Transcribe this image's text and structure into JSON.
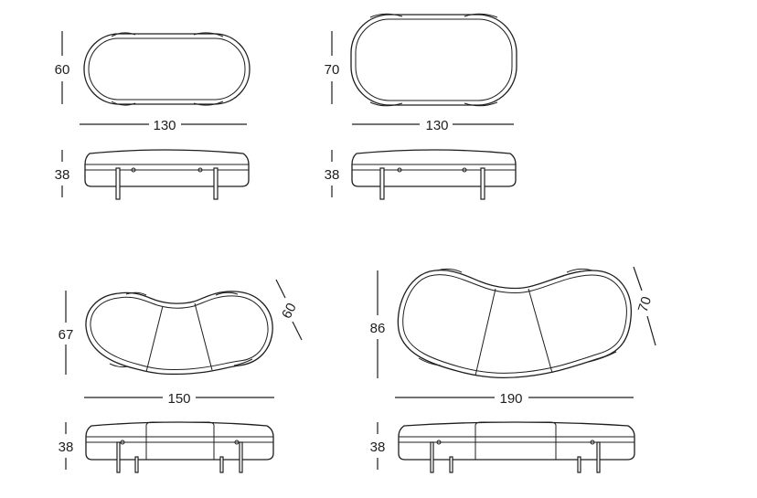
{
  "diagram": {
    "ottoman_small": {
      "depth": "60",
      "width": "130",
      "height": "38"
    },
    "ottoman_large": {
      "depth": "70",
      "width": "130",
      "height": "38"
    },
    "curved_small": {
      "depth": "67",
      "width": "150",
      "seat_depth": "60",
      "height": "38"
    },
    "curved_large": {
      "depth": "86",
      "width": "190",
      "seat_depth": "70",
      "height": "38"
    }
  }
}
